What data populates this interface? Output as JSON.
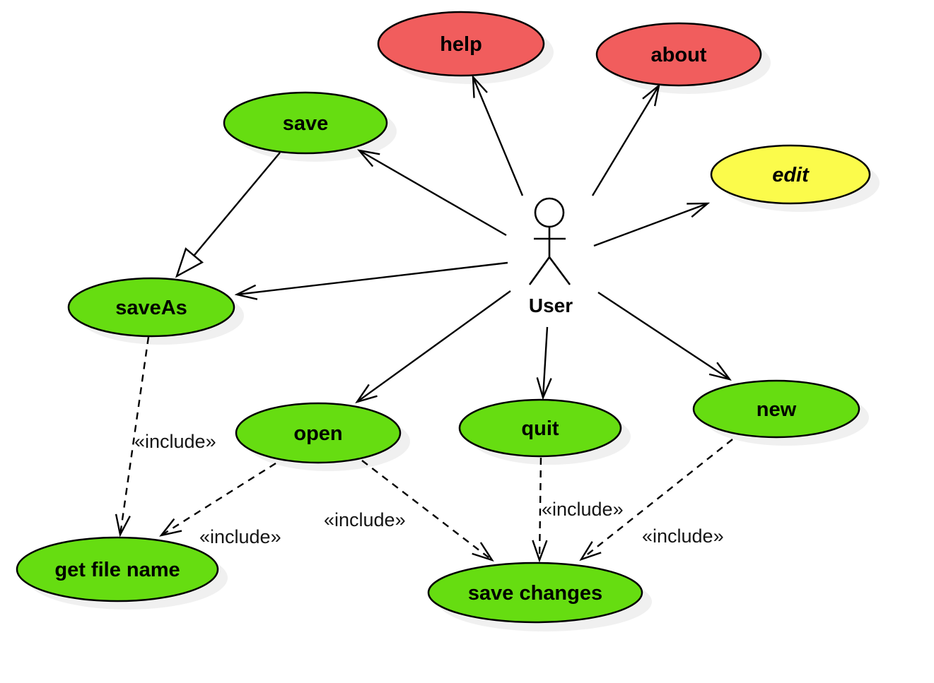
{
  "diagram": {
    "kind": "uml-use-case-diagram",
    "background": "#FFFFFF"
  },
  "colors": {
    "green": "#66DD11",
    "red": "#F15D5D",
    "yellow": "#FBFB4B",
    "outline": "#000000",
    "shadow": "#EBEBEB"
  },
  "actor": {
    "name": "User"
  },
  "use_cases": [
    {
      "id": "help",
      "label": "help",
      "color": "red"
    },
    {
      "id": "about",
      "label": "about",
      "color": "red"
    },
    {
      "id": "save",
      "label": "save",
      "color": "green"
    },
    {
      "id": "edit",
      "label": "edit",
      "color": "yellow",
      "text_style": "bold-italic"
    },
    {
      "id": "saveAs",
      "label": "saveAs",
      "color": "green"
    },
    {
      "id": "open",
      "label": "open",
      "color": "green"
    },
    {
      "id": "quit",
      "label": "quit",
      "color": "green"
    },
    {
      "id": "new",
      "label": "new",
      "color": "green"
    },
    {
      "id": "get-file-name",
      "label": "get file name",
      "color": "green"
    },
    {
      "id": "save-changes",
      "label": "save changes",
      "color": "green"
    }
  ],
  "relationships": {
    "associations": [
      {
        "from": "User",
        "to": "help"
      },
      {
        "from": "User",
        "to": "about"
      },
      {
        "from": "User",
        "to": "save"
      },
      {
        "from": "User",
        "to": "edit"
      },
      {
        "from": "User",
        "to": "saveAs"
      },
      {
        "from": "User",
        "to": "open"
      },
      {
        "from": "User",
        "to": "quit"
      },
      {
        "from": "User",
        "to": "new"
      }
    ],
    "generalizations": [
      {
        "from": "save",
        "to": "saveAs"
      }
    ],
    "includes": [
      {
        "from": "saveAs",
        "to": "get-file-name",
        "label": "«include»"
      },
      {
        "from": "open",
        "to": "get-file-name",
        "label": "«include»"
      },
      {
        "from": "open",
        "to": "save-changes",
        "label": "«include»"
      },
      {
        "from": "quit",
        "to": "save-changes",
        "label": "«include»"
      },
      {
        "from": "new",
        "to": "save-changes",
        "label": "«include»"
      }
    ]
  }
}
